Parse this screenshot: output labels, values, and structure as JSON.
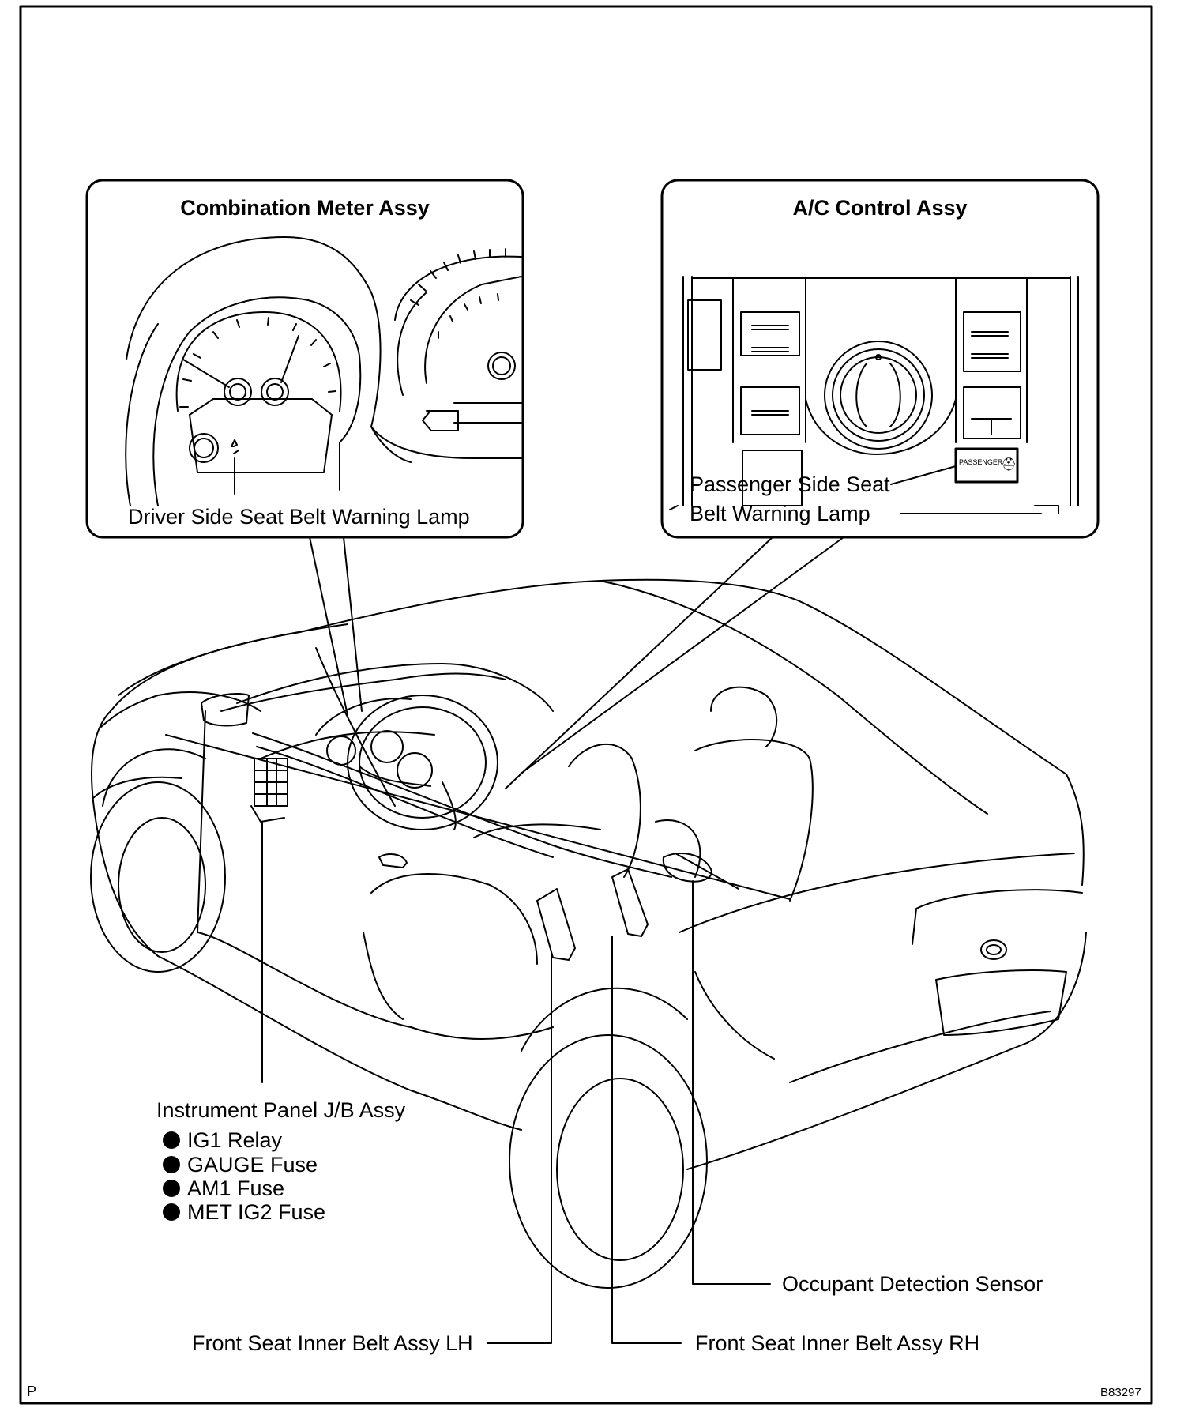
{
  "callouts": {
    "combination_meter": {
      "title": "Combination Meter Assy",
      "label": "Driver Side Seat Belt Warning Lamp"
    },
    "ac_control": {
      "title": "A/C Control Assy",
      "label_line1": "Passenger Side Seat",
      "label_line2": "Belt Warning Lamp",
      "badge_text": "PASSENGER"
    }
  },
  "components": {
    "instrument_panel_jb": {
      "label": "Instrument Panel J/B Assy",
      "items": [
        "IG1 Relay",
        "GAUGE Fuse",
        "AM1 Fuse",
        "MET IG2 Fuse"
      ]
    },
    "occupant_detection_sensor": "Occupant Detection Sensor",
    "front_seat_belt_lh": "Front Seat Inner Belt Assy LH",
    "front_seat_belt_rh": "Front Seat Inner Belt Assy RH"
  },
  "corner_marks": {
    "bottom_left": "P",
    "bottom_right": "B83297"
  }
}
